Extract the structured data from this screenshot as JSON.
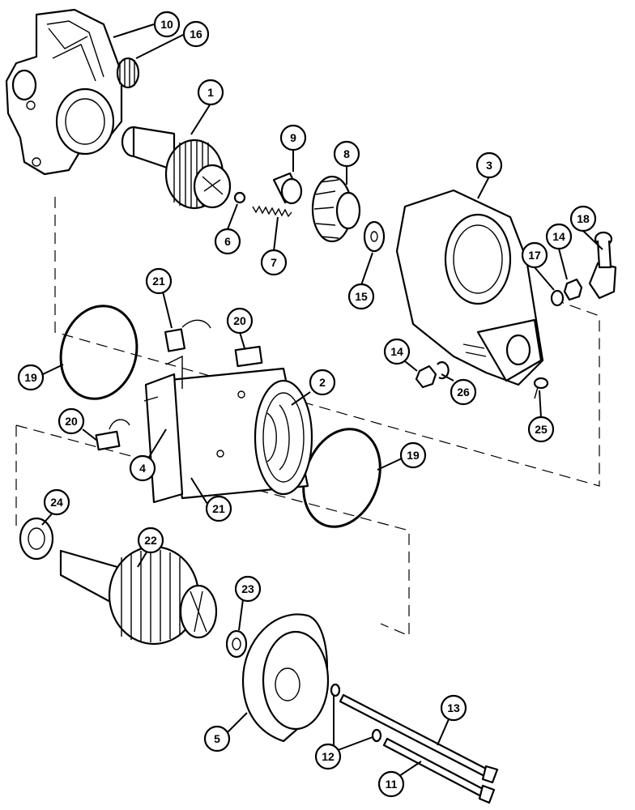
{
  "diagram": {
    "callouts": [
      {
        "id": "c10",
        "label": "10"
      },
      {
        "id": "c16",
        "label": "16"
      },
      {
        "id": "c1",
        "label": "1"
      },
      {
        "id": "c9",
        "label": "9"
      },
      {
        "id": "c8",
        "label": "8"
      },
      {
        "id": "c3",
        "label": "3"
      },
      {
        "id": "c18",
        "label": "18"
      },
      {
        "id": "c14a",
        "label": "14"
      },
      {
        "id": "c17",
        "label": "17"
      },
      {
        "id": "c6",
        "label": "6"
      },
      {
        "id": "c7",
        "label": "7"
      },
      {
        "id": "c15",
        "label": "15"
      },
      {
        "id": "c21a",
        "label": "21"
      },
      {
        "id": "c20a",
        "label": "20"
      },
      {
        "id": "c19a",
        "label": "19"
      },
      {
        "id": "c14b",
        "label": "14"
      },
      {
        "id": "c26",
        "label": "26"
      },
      {
        "id": "c2",
        "label": "2"
      },
      {
        "id": "c25",
        "label": "25"
      },
      {
        "id": "c20b",
        "label": "20"
      },
      {
        "id": "c4",
        "label": "4"
      },
      {
        "id": "c19b",
        "label": "19"
      },
      {
        "id": "c21b",
        "label": "21"
      },
      {
        "id": "c24",
        "label": "24"
      },
      {
        "id": "c22",
        "label": "22"
      },
      {
        "id": "c23",
        "label": "23"
      },
      {
        "id": "c13",
        "label": "13"
      },
      {
        "id": "c5",
        "label": "5"
      },
      {
        "id": "c12",
        "label": "12"
      },
      {
        "id": "c11",
        "label": "11"
      }
    ]
  }
}
